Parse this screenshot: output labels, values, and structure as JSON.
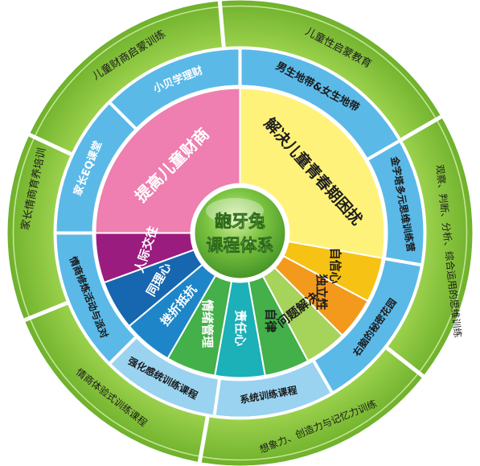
{
  "center": {
    "line1": "龅牙兔",
    "line2": "课程体系"
  },
  "colors": {
    "outer_green": "#8cc63f",
    "mid_blue": "#5bb9e8",
    "pink": "#ee7fb0",
    "yellow": "#fff27a",
    "gold": "#f6c213",
    "orange": "#f39a1c",
    "light_green": "#a6d35a",
    "green": "#43b049",
    "teal": "#1cb0b8",
    "blue": "#1e86c8",
    "royal_blue": "#1766b0",
    "purple": "#9b1c7f",
    "center_green": "#6fbb3c"
  },
  "inner_sectors": [
    {
      "label": "提高儿童财商"
    },
    {
      "label": "解决儿童青春期困扰"
    },
    {
      "label": "自信心"
    },
    {
      "label": "独立性"
    },
    {
      "label": "问题解决"
    },
    {
      "label": "自律"
    },
    {
      "label": "责任心"
    },
    {
      "label": "情绪管理"
    },
    {
      "label": "挫折抵抗"
    },
    {
      "label": "同理心"
    },
    {
      "label": "人际交往"
    }
  ],
  "middle_ring": [
    {
      "label": "小贝学理财"
    },
    {
      "label": "男生地带&女生地带"
    },
    {
      "label": "金字塔多元思维训练营"
    },
    {
      "label": "右脑的秘密花园"
    },
    {
      "label": "系统训练课程"
    },
    {
      "label": "强化感统训练课程"
    },
    {
      "label": "情商修炼活动与派对"
    },
    {
      "label": "家长EQ课堂"
    }
  ],
  "outer_ring": [
    {
      "label": "儿童财商启蒙训练"
    },
    {
      "label": "儿童性启蒙教育"
    },
    {
      "label": "观察、判断、分析、综合运用的思维训练"
    },
    {
      "label": "想象力、创造力与记忆力训练"
    },
    {
      "label": "情商体验式训练课程"
    },
    {
      "label": "家长情商育养培训"
    }
  ]
}
